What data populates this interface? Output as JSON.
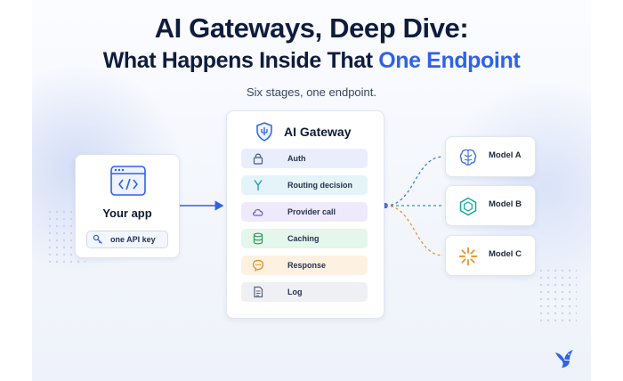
{
  "header": {
    "title_line1": "AI Gateways, Deep Dive:",
    "title_line2_prefix": "What Happens Inside That ",
    "title_line2_highlight": "One Endpoint",
    "subtitle": "Six stages, one endpoint."
  },
  "app": {
    "name": "Your app",
    "key_label": "one API key",
    "icon": "code-window-icon"
  },
  "gateway": {
    "title": "AI Gateway",
    "icon": "shield-icon",
    "stages": [
      {
        "label": "Auth",
        "icon": "lock-icon",
        "color": "#e8eefc"
      },
      {
        "label": "Routing decision",
        "icon": "fork-icon",
        "color": "#e4f4f8"
      },
      {
        "label": "Provider call",
        "icon": "cloud-icon",
        "color": "#eeeafb"
      },
      {
        "label": "Caching",
        "icon": "database-icon",
        "color": "#e5f6ec"
      },
      {
        "label": "Response",
        "icon": "chat-icon",
        "color": "#fdf1e2"
      },
      {
        "label": "Log",
        "icon": "document-icon",
        "color": "#eef0f4"
      }
    ]
  },
  "models": [
    {
      "label": "Model A",
      "icon": "brain-icon",
      "color": "#3b6fd8"
    },
    {
      "label": "Model B",
      "icon": "hexagon-icon",
      "color": "#1aa6a0"
    },
    {
      "label": "Model C",
      "icon": "spark-icon",
      "color": "#f08a1c"
    }
  ],
  "colors": {
    "accent": "#2f62e6",
    "title": "#0f1c3d"
  }
}
